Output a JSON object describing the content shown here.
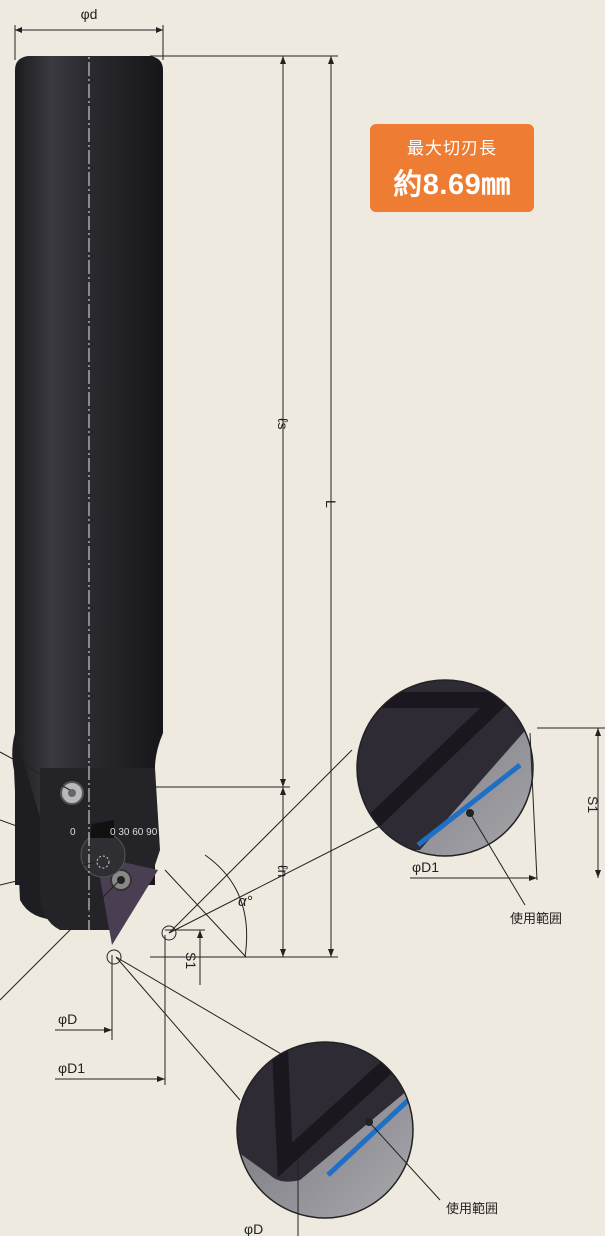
{
  "badge": {
    "line1": "最大切刃長",
    "line2": "約8.69㎜"
  },
  "dims": {
    "d": "φd",
    "ls": "ℓs",
    "L": "L",
    "ln": "ℓn",
    "alpha": "α°",
    "S1": "S1",
    "D": "φD",
    "D1": "φD1"
  },
  "scale": {
    "marks": "0  30  60  90",
    "zero": "0"
  },
  "detail_upper": {
    "d1_label": "φD1",
    "s1_label": "S1",
    "range_label": "使用範囲"
  },
  "detail_lower": {
    "d_label": "φD",
    "range_label": "使用範囲"
  },
  "colors": {
    "background": "#efeae0",
    "tool_body": "#2a2a2e",
    "accent_orange": "#ee7d33",
    "use_range_blue": "#1f6fc4"
  }
}
